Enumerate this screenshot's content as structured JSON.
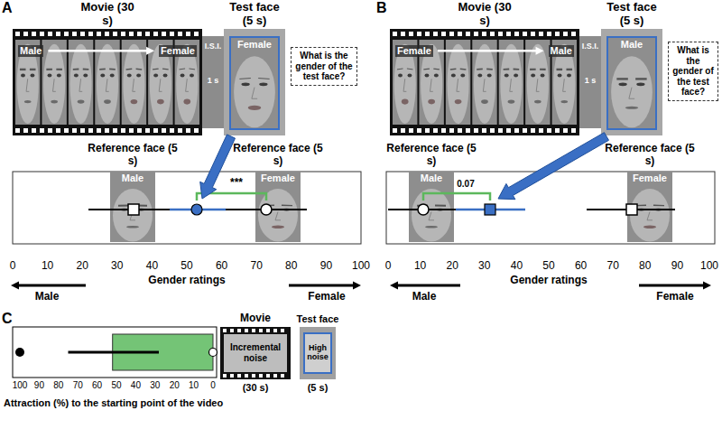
{
  "diagram": {
    "nodes": [
      {
        "text": [
          "Movie (30 s)",
          "Male",
          "Female"
        ]
      },
      {
        "text": [
          "I.S.I.",
          "1 s"
        ]
      },
      {
        "text": [
          "Test face (5 s)"
        ]
      },
      {
        "text": [
          "Female"
        ],
        "in": 2
      },
      {
        "text": [
          "What is the gender of the test face?"
        ]
      },
      {
        "text": [
          "Reference face (5 s)",
          "Male"
        ]
      },
      {
        "text": [
          "Reference face (5 s)",
          "Female"
        ]
      },
      {
        "text": [
          "Movie (30 s)",
          "Female",
          "Male"
        ]
      },
      {
        "text": [
          "I.S.I.",
          "1 s"
        ]
      },
      {
        "text": [
          "Test face (5 s)"
        ]
      },
      {
        "text": [
          "Male"
        ],
        "in": 9
      },
      {
        "text": [
          "What is the gender of the test face?"
        ]
      },
      {
        "text": [
          "Reference face (5 s)",
          "Male"
        ]
      },
      {
        "text": [
          "Reference face (5 s)",
          "Female"
        ]
      },
      {
        "text": [
          "Movie",
          "Incremental noise",
          "(30 s)"
        ]
      },
      {
        "text": [
          "Test face",
          "(5 s)"
        ]
      },
      {
        "text": [
          "High noise"
        ],
        "in": 15
      }
    ],
    "labels": [
      "A",
      "B",
      "C",
      "***",
      "0.07",
      "0",
      "10",
      "20",
      "30",
      "40",
      "50",
      "60",
      "70",
      "80",
      "90",
      "100",
      "Gender ratings",
      "Male",
      "Female",
      "0",
      "10",
      "20",
      "30",
      "40",
      "50",
      "60",
      "70",
      "80",
      "90",
      "100",
      "Gender ratings",
      "Male",
      "Female",
      "100",
      "90",
      "80",
      "70",
      "60",
      "50",
      "40",
      "30",
      "20",
      "10",
      "0",
      "Attraction (%) to the starting point of the video"
    ]
  }
}
